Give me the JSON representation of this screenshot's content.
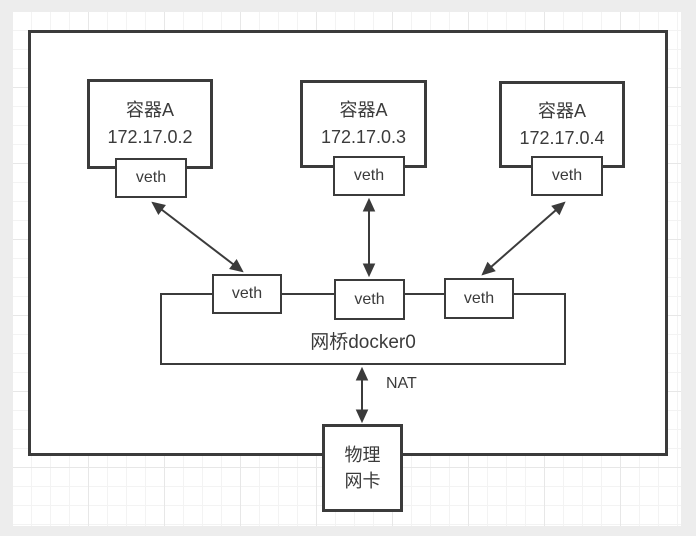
{
  "diagram": {
    "containers": [
      {
        "title": "容器A",
        "ip": "172.17.0.2",
        "veth_label": "veth"
      },
      {
        "title": "容器A",
        "ip": "172.17.0.3",
        "veth_label": "veth"
      },
      {
        "title": "容器A",
        "ip": "172.17.0.4",
        "veth_label": "veth"
      }
    ],
    "bridge": {
      "label": "网桥docker0",
      "veth_labels": [
        "veth",
        "veth",
        "veth"
      ]
    },
    "nat_label": "NAT",
    "physical_nic": {
      "line1": "物理",
      "line2": "网卡"
    },
    "colors": {
      "stroke": "#3b3b3b",
      "text": "#3b3b3b",
      "canvas": "#ffffff",
      "page_background": "#ededed",
      "grid_minor": "#f3f3f3",
      "grid_major": "#e7e7e7"
    }
  }
}
